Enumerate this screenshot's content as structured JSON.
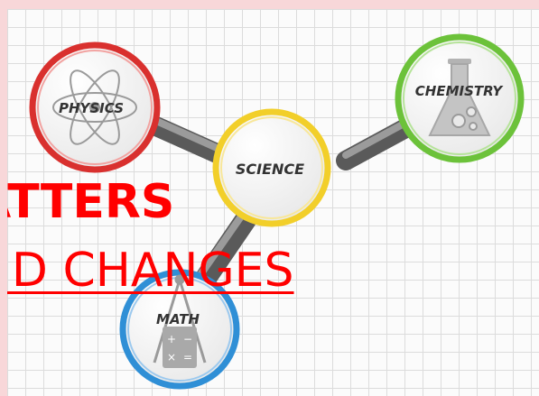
{
  "slide": {
    "nodes": {
      "physics": "PHYSICS",
      "chemistry": "CHEMISTRY",
      "science": "SCIENCE",
      "math": "MATH"
    },
    "headline": "ATTERS",
    "subline": "ND CHANGES "
  },
  "colors": {
    "physics_ring": "#d9302e",
    "chemistry_ring": "#6cc23a",
    "science_ring": "#f2cf2a",
    "math_ring": "#2f8fd6",
    "headline": "#ff0000"
  },
  "icons": [
    "atom-icon",
    "flask-icon",
    "calculator-icon",
    "compass-icon"
  ]
}
